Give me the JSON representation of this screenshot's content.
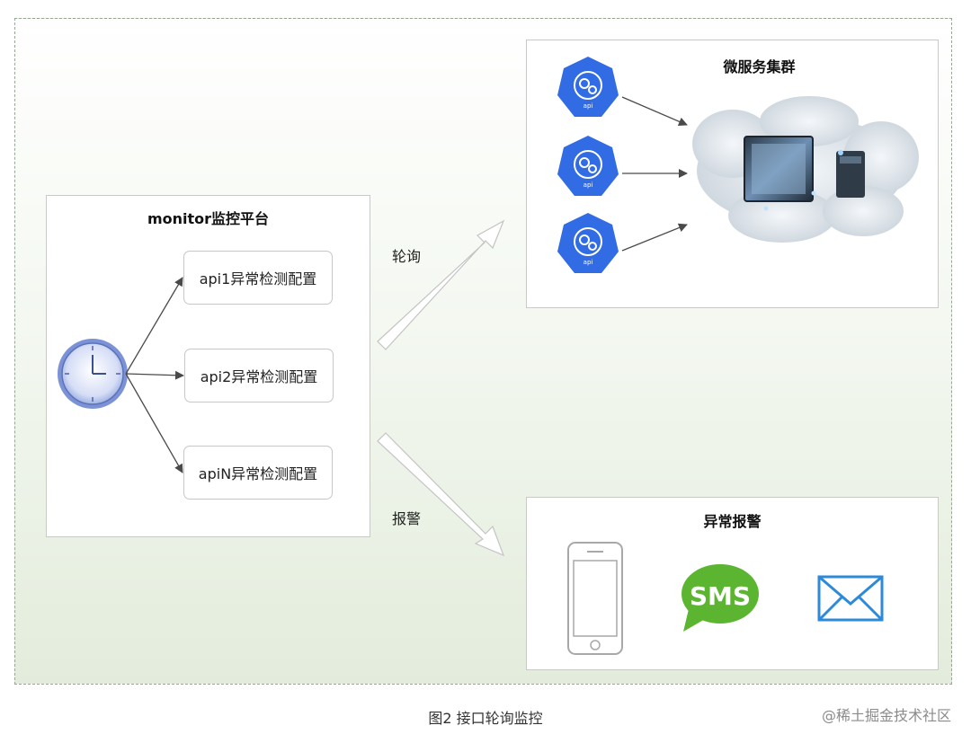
{
  "figure": {
    "caption": "图2 接口轮询监控",
    "watermark": "@稀土掘金技术社区"
  },
  "monitor": {
    "title": "monitor监控平台",
    "clock_icon": "clock-icon",
    "items": [
      {
        "label": "api1异常检测配置"
      },
      {
        "label": "api2异常检测配置"
      },
      {
        "label": "apiN异常检测配置"
      }
    ]
  },
  "flows": {
    "poll_label": "轮询",
    "alert_label": "报警"
  },
  "cluster": {
    "title": "微服务集群",
    "api_icon": "kubernetes-api-icon",
    "api_text": "api",
    "cloud_icon": "cloud-server-icon"
  },
  "alerts": {
    "title": "异常报警",
    "channels": [
      {
        "icon": "phone-icon"
      },
      {
        "icon": "sms-icon",
        "text": "SMS"
      },
      {
        "icon": "email-icon"
      }
    ]
  },
  "colors": {
    "k8s_blue": "#326ce5",
    "sms_green": "#5cb531",
    "mail_blue": "#2c8ad8",
    "clock_blue": "#7b92d6"
  }
}
